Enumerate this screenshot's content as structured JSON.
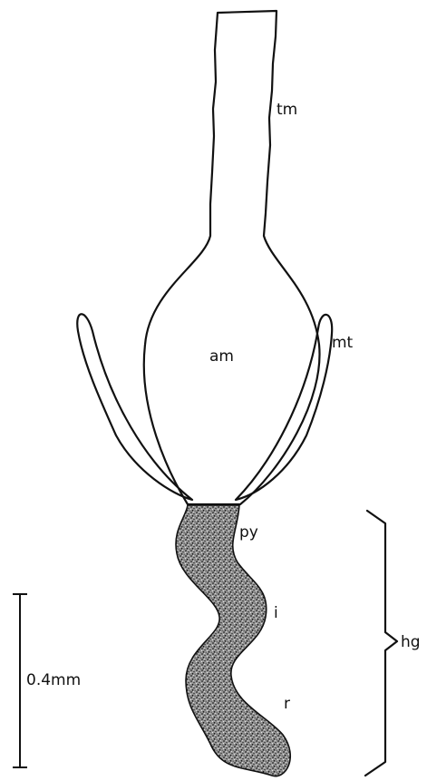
{
  "labels": {
    "tm": "tm",
    "am": "am",
    "mt": "mt",
    "py": "py",
    "i": "i",
    "r": "r",
    "hg": "hg"
  },
  "scale_bar": {
    "label": "0.4mm"
  },
  "colors": {
    "ink": "#111111",
    "background": "#ffffff"
  }
}
